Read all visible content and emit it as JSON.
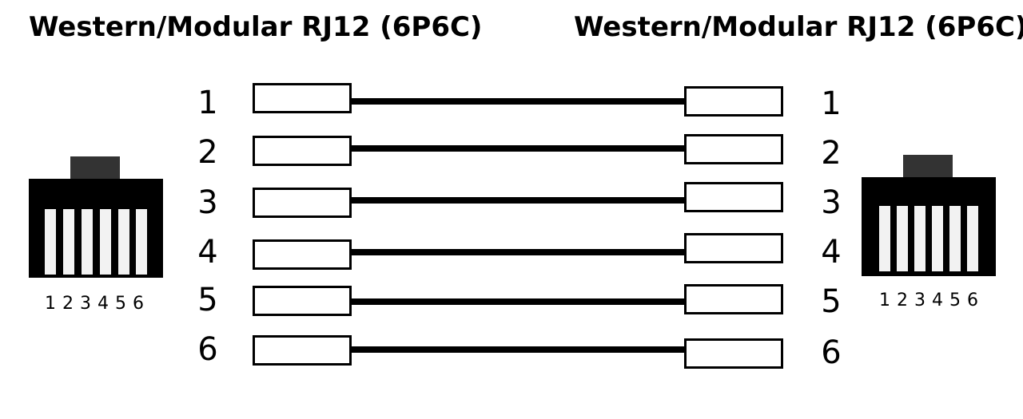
{
  "titles": {
    "left": "Western/Modular RJ12 (6P6C)",
    "right": "Western/Modular RJ12 (6P6C)"
  },
  "pins": [
    "1",
    "2",
    "3",
    "4",
    "5",
    "6"
  ],
  "connector_labels": {
    "left": "1 2 3 4 5 6",
    "right": "1 2 3 4 5 6"
  },
  "wiring": [
    {
      "from": "1",
      "to": "1"
    },
    {
      "from": "2",
      "to": "2"
    },
    {
      "from": "3",
      "to": "3"
    },
    {
      "from": "4",
      "to": "4"
    },
    {
      "from": "5",
      "to": "5"
    },
    {
      "from": "6",
      "to": "6"
    }
  ],
  "colors": {
    "wire": "#000000",
    "connector_body": "#000000",
    "connector_tab": "#333333",
    "connector_pin": "#f2f2f2"
  }
}
